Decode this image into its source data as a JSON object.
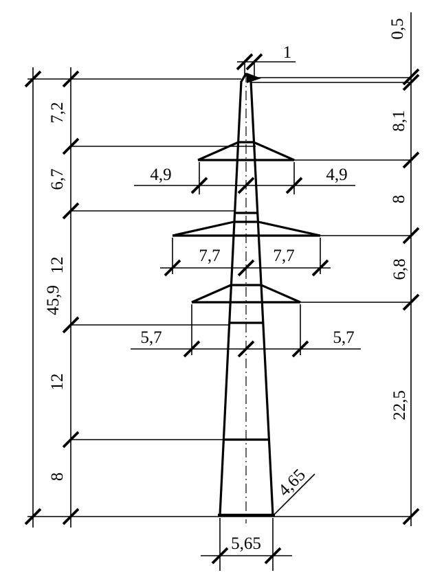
{
  "drawing": {
    "kind": "transmission-tower-elevation",
    "line_color": "#000000",
    "background": "#ffffff"
  },
  "labels": {
    "total_height": "45,9",
    "tip_width": "1",
    "top_offset": "0,5",
    "left_segments": [
      "7,2",
      "6,7",
      "12",
      "12",
      "8"
    ],
    "right_segments": [
      "8,1",
      "8",
      "6,8",
      "22,5"
    ],
    "crossarms": [
      {
        "left": "4,9",
        "right": "4,9"
      },
      {
        "left": "7,7",
        "right": "7,7"
      },
      {
        "left": "5,7",
        "right": "5,7"
      }
    ],
    "base_width": "5,65",
    "base_side": "4,65"
  }
}
